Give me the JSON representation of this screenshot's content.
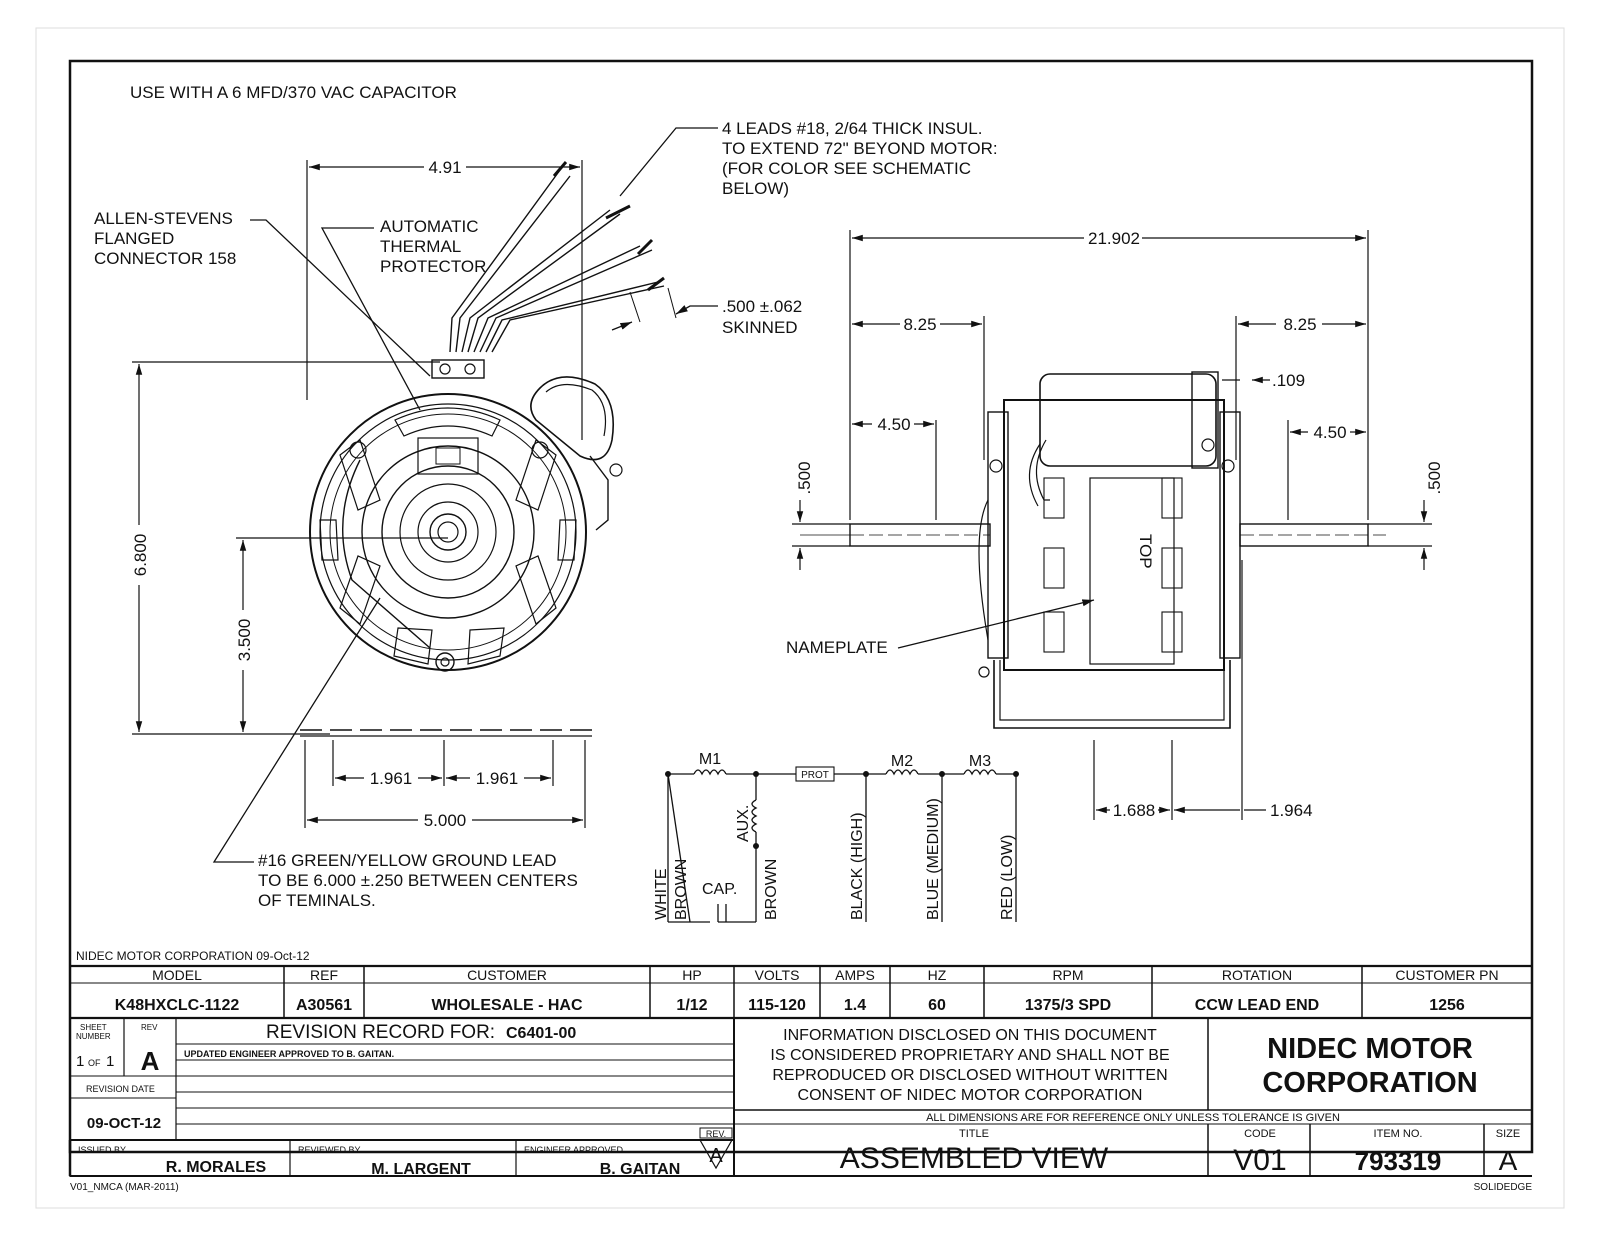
{
  "notes": {
    "capacitor": "USE WITH A 6 MFD/370 VAC CAPACITOR",
    "leads": [
      "4  LEADS #18,  2/64  THICK  INSUL.",
      "TO EXTEND 72\" BEYOND MOTOR:",
      "(FOR COLOR SEE SCHEMATIC",
      "BELOW)"
    ],
    "connector": [
      "ALLEN-STEVENS",
      "FLANGED",
      "CONNECTOR 158"
    ],
    "thermal": [
      "AUTOMATIC",
      "THERMAL",
      "PROTECTOR"
    ],
    "skinned": [
      ".500 ±.062",
      "SKINNED"
    ],
    "ground": [
      "#16  GREEN/YELLOW  GROUND  LEAD",
      "TO BE 6.000 ±.250 BETWEEN CENTERS",
      "OF TEMINALS."
    ],
    "nameplate": "NAMEPLATE",
    "top": "TOP"
  },
  "dimensions": {
    "front_width": "4.91",
    "height": "6.800",
    "shaft_height": "3.500",
    "mount_left": "1.961",
    "mount_right": "1.961",
    "base_width": "5.000",
    "overall_length": "21.902",
    "shaft_left": "8.25",
    "shaft_right": "8.25",
    "flat_left": "4.50",
    "flat_right": "4.50",
    "offset": ".109",
    "shaft_dia_left": ".500",
    "shaft_dia_right": ".500",
    "base_left": "1.688",
    "base_right": "1.964"
  },
  "schematic": {
    "windings": [
      "M1",
      "M2",
      "M3"
    ],
    "prot": "PROT",
    "aux": "AUX.",
    "cap": "CAP.",
    "leads": [
      "WHITE",
      "BROWN",
      "BROWN",
      "BLACK (HIGH)",
      "BLUE (MEDIUM)",
      "RED (LOW)"
    ]
  },
  "title_block": {
    "company_date": "NIDEC MOTOR CORPORATION 09-Oct-12",
    "headers": [
      "MODEL",
      "REF",
      "CUSTOMER",
      "HP",
      "VOLTS",
      "AMPS",
      "HZ",
      "RPM",
      "ROTATION",
      "CUSTOMER PN"
    ],
    "values": [
      "K48HXCLC-1122",
      "A30561",
      "WHOLESALE - HAC",
      "1/12",
      "115-120",
      "1.4",
      "60",
      "1375/3 SPD",
      "CCW LEAD END",
      "1256"
    ],
    "sheet_number_label": "SHEET",
    "sheet_number_label2": "NUMBER",
    "sheet_of": "OF",
    "sheet_num": "1",
    "sheet_total": "1",
    "rev_label": "REV",
    "rev": "A",
    "revision_record_label": "REVISION RECORD FOR:",
    "revision_record_value": "C6401-00",
    "revision_note": "UPDATED ENGINEER APPROVED TO B. GAITAN.",
    "revision_date_label": "REVISION DATE",
    "revision_date": "09-OCT-12",
    "proprietary": [
      "INFORMATION DISCLOSED ON THIS DOCUMENT",
      "IS CONSIDERED PROPRIETARY AND SHALL NOT BE",
      "REPRODUCED OR DISCLOSED WITHOUT WRITTEN",
      "CONSENT OF NIDEC MOTOR CORPORATION"
    ],
    "company": [
      "NIDEC MOTOR",
      "CORPORATION"
    ],
    "tolerance_note": "ALL DIMENSIONS ARE FOR REFERENCE ONLY UNLESS TOLERANCE IS GIVEN",
    "issued_by_label": "ISSUED BY",
    "issued_by": "R. MORALES",
    "reviewed_by_label": "REVIEWED BY",
    "reviewed_by": "M. LARGENT",
    "engineer_label": "ENGINEER APPROVED",
    "engineer": "B. GAITAN",
    "rev_box_label": "REV.",
    "rev_box": "A",
    "title_label": "TITLE",
    "title": "ASSEMBLED VIEW",
    "code_label": "CODE",
    "code": "V01",
    "item_label": "ITEM NO.",
    "item": "793319",
    "size_label": "SIZE",
    "size": "A"
  },
  "footer": {
    "left": "V01_NMCA (MAR-2011)",
    "right": "SOLIDEDGE"
  }
}
